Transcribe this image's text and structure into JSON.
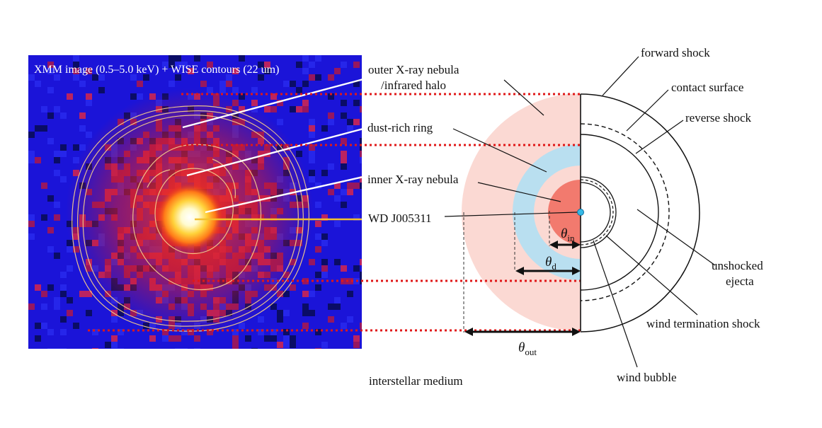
{
  "image_panel": {
    "title": "XMM image (0.5–5.0 keV) + WISE contours (22 um)",
    "colors": {
      "background": "#1b14d8",
      "emission": "#e0241a",
      "core": "#ffffe8",
      "contours": "#f3c98a"
    }
  },
  "labels": {
    "outer_nebula_line1": "outer X-ray nebula",
    "outer_nebula_line2": "/infrared halo",
    "dust_ring": "dust-rich ring",
    "inner_nebula": "inner X-ray nebula",
    "wd": "WD J005311",
    "ism": "interstellar medium",
    "forward_shock": "forward shock",
    "contact_surface": "contact surface",
    "reverse_shock": "reverse shock",
    "unshocked_line1": "unshocked",
    "unshocked_line2": "ejecta",
    "wind_termination_shock": "wind termination shock",
    "wind_bubble": "wind bubble"
  },
  "angles": {
    "theta_in": {
      "symbol": "θ",
      "sub": "in"
    },
    "theta_d": {
      "symbol": "θ",
      "sub": "d"
    },
    "theta_out": {
      "symbol": "θ",
      "sub": "out"
    }
  },
  "colors": {
    "halo": "#fbd9d3",
    "dust_ring": "#b9dff0",
    "inner_nebula": "#f27a6e",
    "central_star": "#36b9e6",
    "guide_dots": "#e01818"
  }
}
